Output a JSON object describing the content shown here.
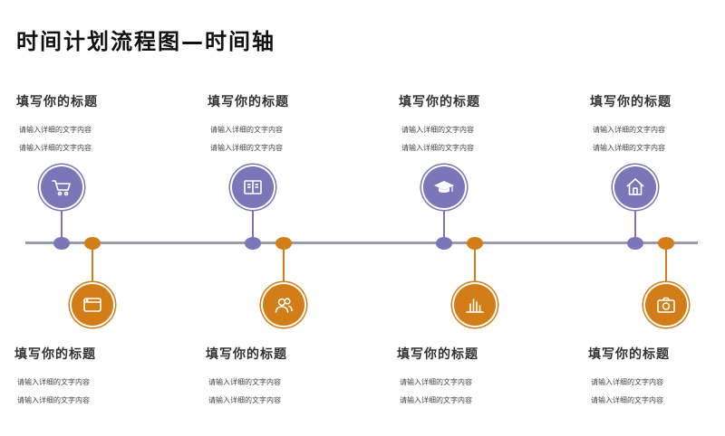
{
  "page": {
    "title": "时间计划流程图—时间轴"
  },
  "top_items": [
    {
      "title": "填写你的标题",
      "line1": "请输入详细的文字内容",
      "line2": "请输入详细的文字内容",
      "icon": "shopping-cart-icon"
    },
    {
      "title": "填写你的标题",
      "line1": "请输入详细的文字内容",
      "line2": "请输入详细的文字内容",
      "icon": "book-icon"
    },
    {
      "title": "填写你的标题",
      "line1": "请输入详细的文字内容",
      "line2": "请输入详细的文字内容",
      "icon": "graduation-cap-icon"
    },
    {
      "title": "填写你的标题",
      "line1": "请输入详细的文字内容",
      "line2": "请输入详细的文字内容",
      "icon": "home-icon"
    }
  ],
  "bottom_items": [
    {
      "title": "填写你的标题",
      "line1": "请输入详细的文字内容",
      "line2": "请输入详细的文字内容",
      "icon": "browser-window-icon"
    },
    {
      "title": "填写你的标题",
      "line1": "请输入详细的文字内容",
      "line2": "请输入详细的文字内容",
      "icon": "users-icon"
    },
    {
      "title": "填写你的标题",
      "line1": "请输入详细的文字内容",
      "line2": "请输入详细的文字内容",
      "icon": "bar-chart-icon"
    },
    {
      "title": "填写你的标题",
      "line1": "请输入详细的文字内容",
      "line2": "请输入详细的文字内容",
      "icon": "camera-icon"
    }
  ],
  "colors": {
    "purple": "#7b76b8",
    "orange": "#d27d18",
    "axis": "#9b9bab"
  }
}
